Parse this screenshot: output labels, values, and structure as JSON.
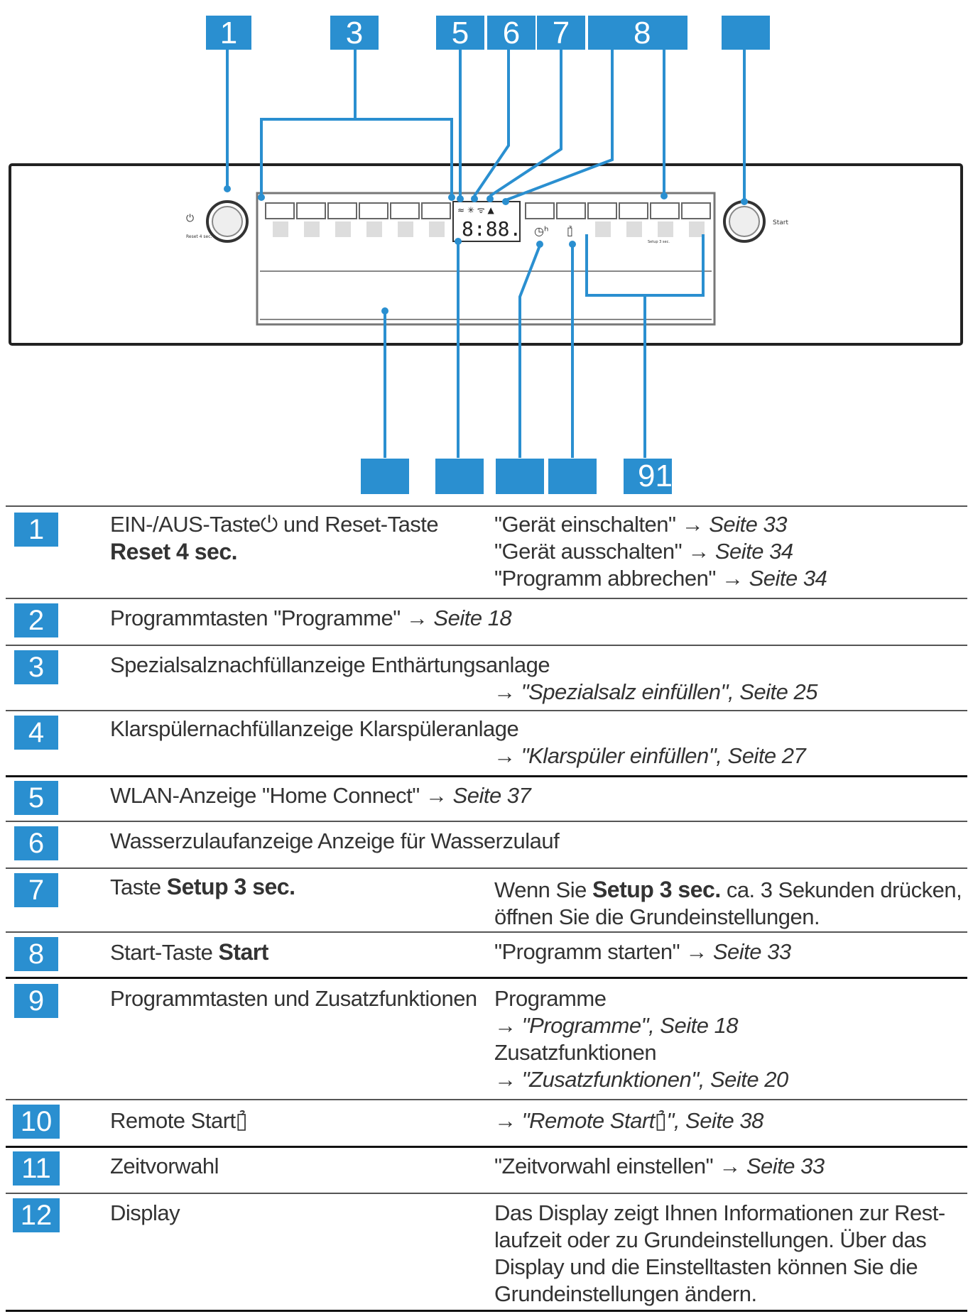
{
  "diagram": {
    "callouts_top": [
      "1",
      "3",
      "5",
      "6",
      "7",
      "8",
      ""
    ],
    "callouts_bottom": [
      "",
      "",
      "",
      "",
      "91"
    ],
    "panel": {
      "reset_label": "Reset 4 sec.",
      "display_digits": "8:88.",
      "start_label": "Start",
      "setup_label": "Setup 3 sec."
    }
  },
  "rows": [
    {
      "num": "1",
      "c2_pre": "EIN-/AUS-Taste",
      "c2_post": " und Reset-Taste",
      "c2_sym": "Reset 4 sec.",
      "c3_lines": [
        {
          "plain": "\"Gerät einschalten\" → ",
          "ital": "Seite 33"
        },
        {
          "plain": "\"Gerät ausschalten\" → ",
          "ital": "Seite 34"
        },
        {
          "plain": "\"Programm abbrechen\" → ",
          "ital": "Seite 34"
        }
      ]
    },
    {
      "num": "2",
      "c2_pre": "Programmtasten \"Programme\" → ",
      "c2_ital": "Seite 18"
    },
    {
      "num": "3",
      "c2_pre": "Spezialsalznachfüllanzeige Enthärtungsanlage",
      "c2_l2_plain": "→ ",
      "c2_l2_ital": "\"Spezialsalz einfüllen\", Seite 25"
    },
    {
      "num": "4",
      "c2_pre": "Klarspülernachfüllanzeige Klarspüleranlage",
      "c2_l2_plain": "→ ",
      "c2_l2_ital": "\"Klarspüler einfüllen\", Seite 27"
    },
    {
      "num": "5",
      "c2_pre": "WLAN-Anzeige \"Home Connect\" → ",
      "c2_ital": "Seite 37"
    },
    {
      "num": "6",
      "c2_pre": "Wasserzulaufanzeige Anzeige für Wasserzulauf"
    },
    {
      "num": "7",
      "c2_pre": "Taste ",
      "c2_sym": "Setup 3 sec.",
      "c3_a": "Wenn Sie ",
      "c3_sym": "Setup 3 sec.",
      "c3_b": " ca. 3 Sekunden drücken,",
      "c3_l2": "öffnen Sie die Grundeinstellungen."
    },
    {
      "num": "8",
      "c2_pre": "Start-Taste ",
      "c2_sym": "Start",
      "c3_plain": "\"Programm starten\" → ",
      "c3_ital": "Seite 33"
    },
    {
      "num": "9",
      "c2_pre": "Programmtasten und Zusatzfunktionen",
      "c3_l1": "Programme",
      "c3_l2_plain": "→ ",
      "c3_l2_ital": "\"Programme\", Seite 18",
      "c3_l3": "Zusatzfunktionen",
      "c3_l4_plain": "→ ",
      "c3_l4_ital": "\"Zusatzfunktionen\", Seite 20"
    },
    {
      "num": "10",
      "c2_pre": "Remote Start",
      "c3_plain": "→ ",
      "c3_ital": "\"Remote Start",
      "c3_ital_end": "\", Seite 38"
    },
    {
      "num": "11",
      "c2_pre": "Zeitvorwahl",
      "c3_plain": "\"Zeitvorwahl einstellen\" → ",
      "c3_ital": "Seite 33"
    },
    {
      "num": "12",
      "c2_pre": "Display",
      "c3_lines12": [
        "Das Display zeigt Ihnen Informationen zur Rest-",
        "laufzeit oder zu Grundeinstellungen. Über das",
        "Display und die Einstelltasten können Sie die",
        "Grundeinstellungen ändern."
      ]
    }
  ]
}
